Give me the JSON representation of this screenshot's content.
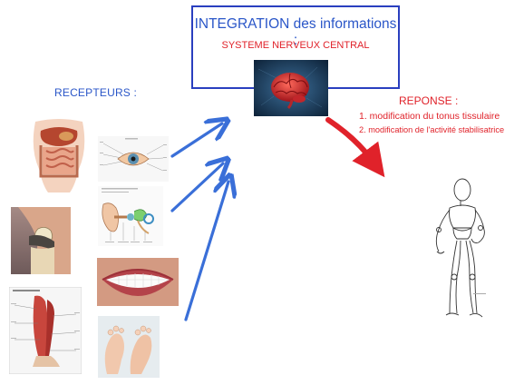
{
  "central": {
    "title": "INTEGRATION des informations :",
    "subtitle": "SYSTEME NERVEUX CENTRAL"
  },
  "receptors": {
    "label": "RECEPTEURS :"
  },
  "response": {
    "title": "REPONSE :",
    "items": [
      "1. modification du tonus tissulaire",
      "2. modification de l'activité stabilisatrice"
    ]
  },
  "colors": {
    "blue_text": "#2a56c8",
    "box_border": "#2a3fbf",
    "red": "#e0222a",
    "arrow_blue": "#3a6fd8"
  },
  "icons": [
    "brain-image",
    "digestive-organs-image",
    "eye-anatomy-image",
    "ear-anatomy-image",
    "knee-joint-image",
    "mouth-smile-image",
    "leg-muscles-image",
    "feet-soles-image",
    "wooden-mannequin-image"
  ]
}
